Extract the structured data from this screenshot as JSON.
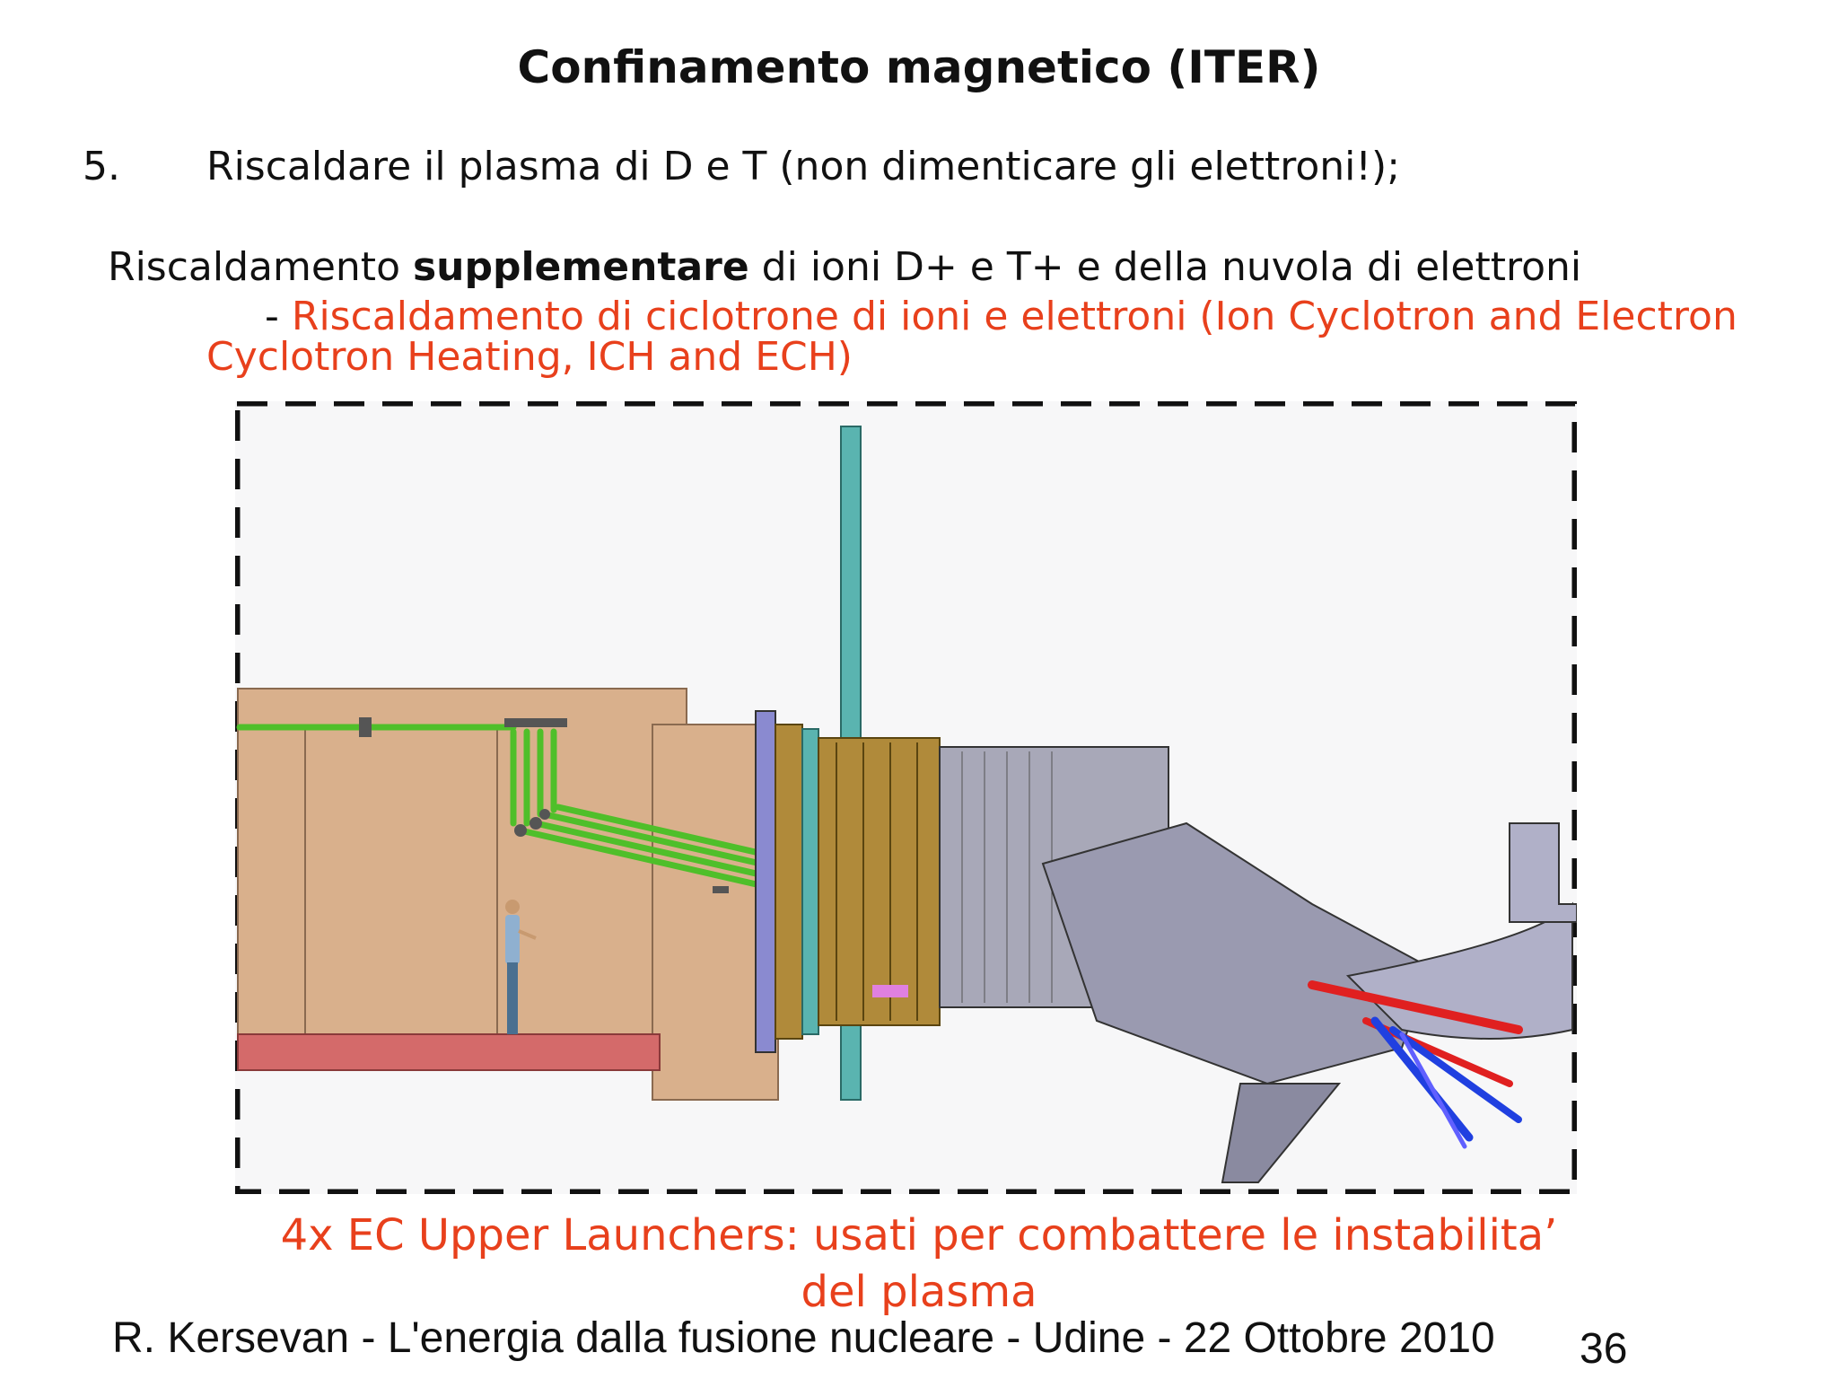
{
  "slide": {
    "title": "Confinamento magnetico (ITER)",
    "item": {
      "number": "5.",
      "text": "Riscaldare il plasma di D e T (non dimenticare gli elettroni!);"
    },
    "subtitle": {
      "before": "Riscaldamento ",
      "bold": "supplementare",
      "after": "  di ioni D+ e T+ e della nuvola di elettroni"
    },
    "bullet": {
      "dash": "- ",
      "line1": "Riscaldamento di ciclotrone di ioni e elettroni (Ion Cyclotron and Electron",
      "line2": "Cyclotron Heating, ICH and ECH)"
    },
    "caption": {
      "line1": "4x EC Upper Launchers: usati per combattere le instabilita’",
      "line2": "del plasma"
    },
    "footer": "R. Kersevan - L'energia dalla fusione nucleare - Udine - 22 Ottobre 2010",
    "page_number": "36"
  },
  "colors": {
    "accent_red": "#e8401c",
    "text": "#111111",
    "pipe_green": "#4fbf2a",
    "building": "#d9b08c",
    "floor": "#d46a6a",
    "flange_teal": "#5ab4b0",
    "bellows_gold": "#b08a3a",
    "launcher_gray": "#a8a8b8",
    "beam_red": "#e02020",
    "beam_blue": "#2040e0"
  },
  "figure": {
    "border_style": "dashed",
    "icons": [
      "person-figure-icon"
    ]
  }
}
